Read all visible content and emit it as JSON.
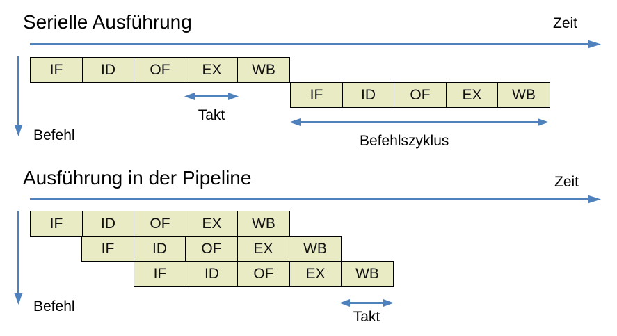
{
  "colors": {
    "accent_blue": "#4F81BD",
    "box_fill": "#E9EBC5",
    "box_border": "#000000"
  },
  "icons": {
    "time_axis": "right-arrow-icon",
    "instruction_axis": "down-arrow-icon",
    "range": "double-headed-arrow-icon"
  },
  "sections": {
    "serial": {
      "title": "Serielle Ausführung",
      "time_axis_label": "Zeit",
      "instruction_axis_label": "Befehl",
      "takt_label": "Takt",
      "cycle_label": "Befehlszyklus",
      "rows": [
        {
          "stages": [
            "IF",
            "ID",
            "OF",
            "EX",
            "WB"
          ]
        },
        {
          "stages": [
            "IF",
            "ID",
            "OF",
            "EX",
            "WB"
          ]
        }
      ]
    },
    "pipeline": {
      "title": "Ausführung in der Pipeline",
      "time_axis_label": "Zeit",
      "instruction_axis_label": "Befehl",
      "takt_label": "Takt",
      "rows": [
        {
          "stages": [
            "IF",
            "ID",
            "OF",
            "EX",
            "WB"
          ]
        },
        {
          "stages": [
            "IF",
            "ID",
            "OF",
            "EX",
            "WB"
          ]
        },
        {
          "stages": [
            "IF",
            "ID",
            "OF",
            "EX",
            "WB"
          ]
        }
      ]
    }
  }
}
